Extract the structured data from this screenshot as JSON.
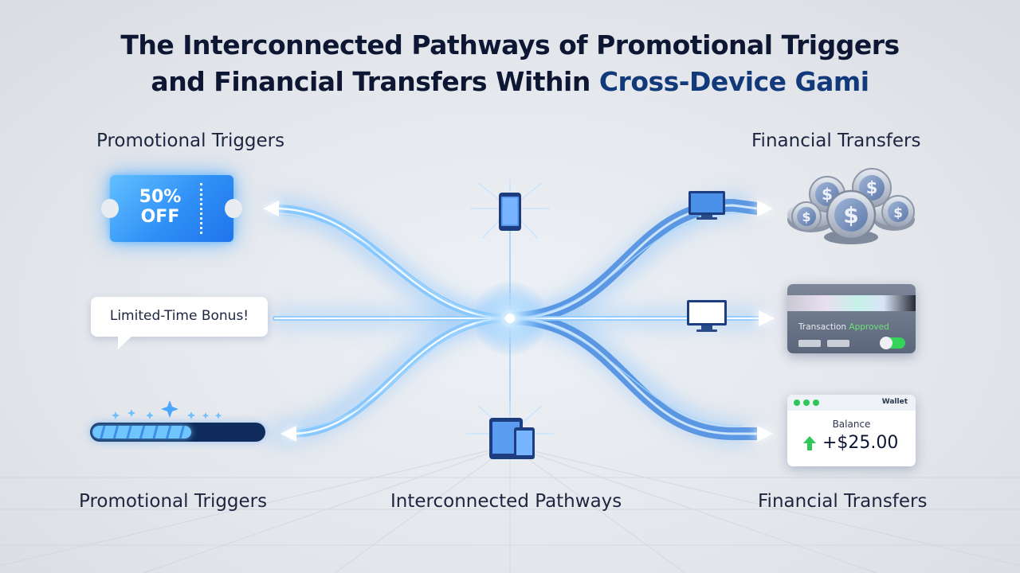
{
  "title": {
    "line1": "The Interconnected Pathways of Promotional Triggers",
    "line2_main": "and Financial Transfers Within ",
    "line2_accent": "Cross-Device Gami"
  },
  "labels": {
    "promo_top": "Promotional Triggers",
    "fin_top": "Financial Transfers",
    "promo_bottom": "Promotional Triggers",
    "pathways_bottom": "Interconnected Pathways",
    "fin_bottom": "Financial Transfers"
  },
  "coupon": {
    "line1": "50%",
    "line2": "OFF"
  },
  "bubble": {
    "text": "Limited-Time Bonus!"
  },
  "progress": {
    "fraction": 0.58
  },
  "card": {
    "text_main": "Transaction ",
    "text_status": "Approved"
  },
  "wallet": {
    "brand": "Wallet",
    "balance_label": "Balance",
    "amount": "+$25.00"
  },
  "icons": {
    "devices": [
      "smartphone-icon",
      "monitor-icon",
      "laptop-icon",
      "tablet-icon"
    ],
    "coins": "coins-icon",
    "arrow_up": "arrow-up-icon"
  },
  "colors": {
    "title": "#0d1733",
    "title_accent": "#123a7a",
    "glow_blue": "#3aa0ff",
    "approved_green": "#6ee07a",
    "wallet_green": "#2fc65a"
  }
}
